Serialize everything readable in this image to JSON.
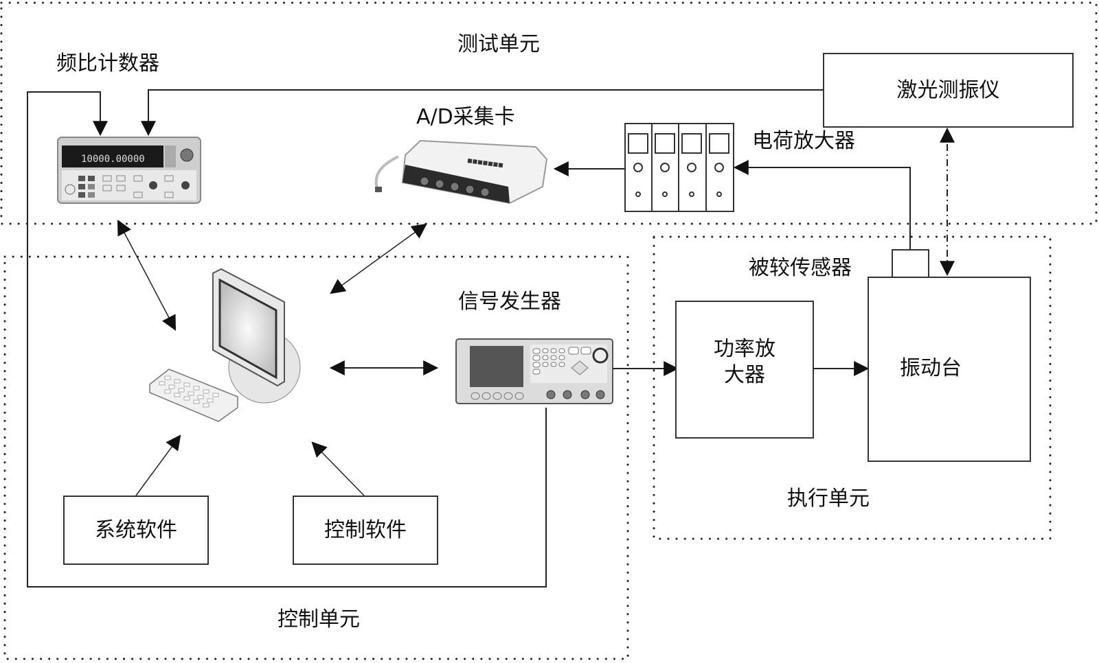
{
  "units": {
    "test_unit": "测试单元",
    "control_unit": "控制单元",
    "execution_unit": "执行单元"
  },
  "devices": {
    "frequency_counter": "频比计数器",
    "ad_card": "A/D采集卡",
    "charge_amplifier": "电荷放大器",
    "laser_vibrometer": "激光测振仪",
    "signal_generator": "信号发生器",
    "compared_sensor": "被较传感器",
    "power_amplifier_line1": "功率放",
    "power_amplifier_line2": "大器",
    "vibration_table": "振动台",
    "system_software": "系统软件",
    "control_software": "控制软件",
    "computer": "计算机"
  },
  "counter_display": "10000.00000",
  "colors": {
    "line": "#222222",
    "dotted_border": "#222222",
    "device_fill": "#e6e6e6"
  }
}
